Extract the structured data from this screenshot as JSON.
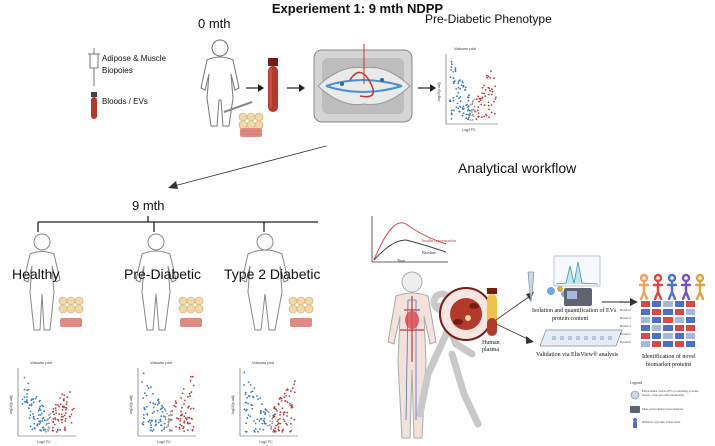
{
  "header": {
    "title": "Experiement 1: 9 mth NDPP",
    "timepoint_start": "0 mth",
    "phenotype_label": "Pre-Diabetic Phenotype"
  },
  "samples": {
    "adipose_label_line1": "Adipose & Muscle",
    "adipose_label_line2": "Biopoies",
    "blood_label": "Bloods / EVs"
  },
  "volcano": {
    "title": "Volcano plot",
    "xlabel": "Log2 FC",
    "ylabel": "-log10(p.adj)"
  },
  "followup": {
    "timepoint": "9 mth",
    "groups": [
      "Healthy",
      "Pre-Diabetic",
      "Type 2 Diabetic"
    ]
  },
  "workflow": {
    "title": "Analytical workflow",
    "human_plasma_line1": "Human",
    "human_plasma_line2": "plasma",
    "isolation_line1": "Isolation and quantification of EVs",
    "isolation_line2": "protein content",
    "validation": "Validation via ElisView® analysis",
    "identification_line1": "Identification of novel",
    "identification_line2": "biomarker proteins",
    "proteins": [
      "Protein 1",
      "Protein 2",
      "Protein 3",
      "Protein 4",
      "Protein 5",
      "Protein 6"
    ],
    "legend_title": "Legend",
    "legend_items": [
      "Extracellular vesicle (EVs) containing proteins, nucleic acids and other metabolites",
      "Mass spectrometry based analysis",
      "Different Glycemic status states"
    ],
    "curve_labels": [
      "Time",
      "Insulin concentration",
      "Baseline"
    ]
  },
  "colors": {
    "volcano_up": "#c0393b",
    "volcano_down": "#3b7bc0",
    "volcano_ns": "#9a9a9a",
    "blood": "#b33a2a",
    "heat_high": "#d9474a",
    "heat_low": "#4f6fc4",
    "heat_mid": "#a9b6df"
  },
  "icons": [
    "syringe-icon",
    "blood-tube-icon",
    "person-silhouette",
    "adipose-tissue-icon",
    "muscle-tissue-icon",
    "mass-spec-device-icon",
    "pipette-icon",
    "eliza-plate-icon",
    "human-anatomy-figure",
    "ev-vesicle-icon"
  ]
}
